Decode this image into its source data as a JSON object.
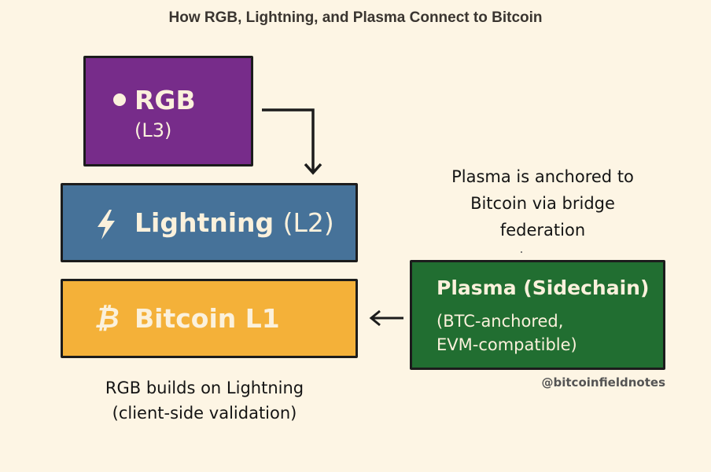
{
  "title": "How RGB, Lightning, and Plasma Connect to Bitcoin",
  "colors": {
    "background": "#fdf5e4",
    "rgb": "#772c8a",
    "lightning": "#467299",
    "bitcoin": "#f4b139",
    "plasma": "#216e31",
    "text_light": "#fbf1dc"
  },
  "layers": {
    "rgb": {
      "icon": "dot-icon",
      "label": "RGB",
      "sublabel": "(L3)"
    },
    "lightning": {
      "icon": "lightning-bolt-icon",
      "label": "Lightning",
      "sublabel": "(L2)"
    },
    "bitcoin": {
      "icon": "bitcoin-icon",
      "icon_glyph": "₿",
      "label": "Bitcoin L1"
    },
    "plasma": {
      "label": "Plasma (Sidechain)",
      "sublabel_line1": "(BTC-anchored,",
      "sublabel_line2": "EVM-compatible)"
    }
  },
  "annotations": {
    "plasma_note_line1": "Plasma is anchored to",
    "plasma_note_line2": "Bitcoin via bridge",
    "plasma_note_line3": "federation",
    "rgb_note_line1": "RGB builds on Lightning",
    "rgb_note_line2": "(client-side validation)"
  },
  "connections": [
    {
      "from": "RGB",
      "to": "Lightning",
      "type": "elbow-arrow"
    },
    {
      "from": "Plasma",
      "to": "Bitcoin L1",
      "type": "arrow"
    }
  ],
  "handle": "@bitcoinfieldnotes"
}
